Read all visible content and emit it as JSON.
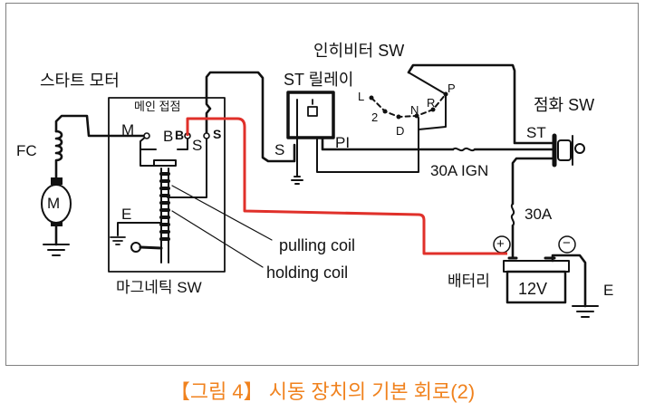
{
  "diagram": {
    "title": "【그림 4】 시동 장치의 기본 회로(2)",
    "accent_color": "#f0821e",
    "current_path_color": "#e0302a",
    "labels": {
      "starter_motor": "스타트 모터",
      "main_contact": "메인 접점",
      "field_coil": "FC",
      "motor": "M",
      "terminal_m": "M",
      "terminal_b": "B",
      "terminal_b2": "B",
      "terminal_s": "S",
      "terminal_s2": "S",
      "magnetic_ground": "E",
      "magnetic_switch": "마그네틱 SW",
      "pulling_coil": "pulling coil",
      "holding_coil": "holding coil",
      "st_relay": "ST 릴레이",
      "relay_s": "S",
      "relay_pi": "PI",
      "inhibitor_switch": "인히비터 SW",
      "pos_l": "L",
      "pos_2": "2",
      "pos_d": "D",
      "pos_n": "N",
      "pos_r": "R",
      "pos_p": "P",
      "ignition_switch": "점화 SW",
      "ign_st": "ST",
      "fuse_ign": "30A IGN",
      "fuse_main": "30A",
      "battery": "배터리",
      "battery_voltage": "12V",
      "battery_plus": "+",
      "battery_minus": "−",
      "battery_ground": "E"
    }
  }
}
